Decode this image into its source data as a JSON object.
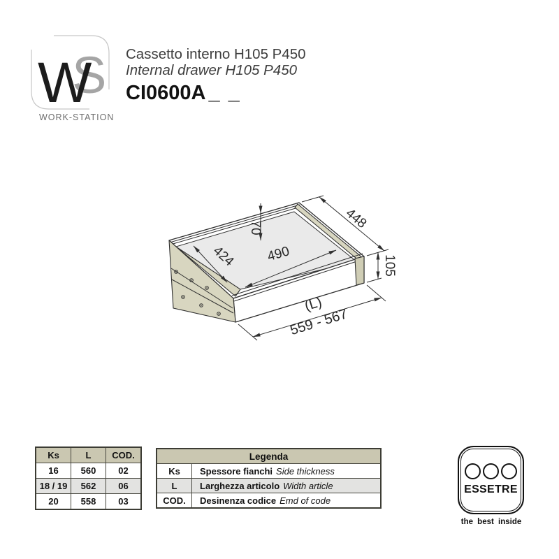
{
  "header": {
    "logo": {
      "letter_w": "W",
      "letter_s": "S",
      "caption": "WORK-STATION"
    },
    "title_it": "Cassetto interno H105 P450",
    "title_en": "Internal drawer H105 P450",
    "code": "CI0600A",
    "code_suffix": "_ _"
  },
  "drawing": {
    "dims": {
      "inner_height": "70",
      "depth": "448",
      "inner_depth": "424",
      "inner_width": "490",
      "height": "105",
      "length_label": "(L)",
      "length_range": "559 - 567"
    }
  },
  "size_table": {
    "headers": [
      "Ks",
      "L",
      "COD."
    ],
    "rows": [
      [
        "16",
        "560",
        "02"
      ],
      [
        "18 / 19",
        "562",
        "06"
      ],
      [
        "20",
        "558",
        "03"
      ]
    ]
  },
  "legend": {
    "title": "Legenda",
    "rows": [
      {
        "key": "Ks",
        "label_it": "Spessore fianchi",
        "label_en": "Side thickness"
      },
      {
        "key": "L",
        "label_it": "Larghezza articolo",
        "label_en": "Width article"
      },
      {
        "key": "COD.",
        "label_it": "Desinenza codice",
        "label_en": "Emd of code"
      }
    ]
  },
  "brand": {
    "name": "ESSETRE",
    "tagline": "the best inside"
  },
  "colors": {
    "beige_header": "#cac7b1",
    "beige_wood": "#d8d6c0",
    "row_alt": "#e3e3e1",
    "floor_gray": "#eaeaea",
    "line": "#2f2f2f"
  }
}
